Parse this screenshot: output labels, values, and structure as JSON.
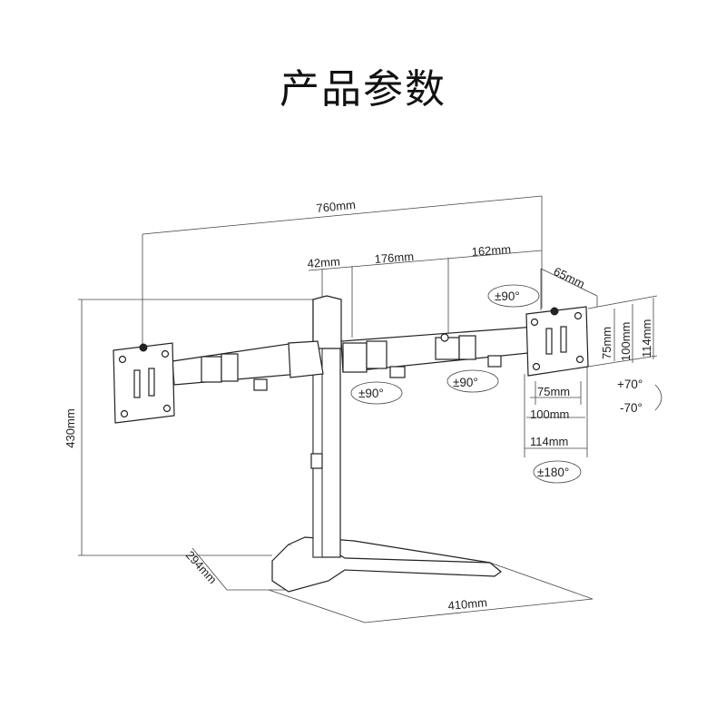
{
  "title": "产品参数",
  "dimensions": {
    "total_width": "760mm",
    "arm_offset": "42mm",
    "arm_segment_1": "176mm",
    "arm_segment_2": "162mm",
    "plate_offset": "65mm",
    "height": "430mm",
    "base_depth": "294mm",
    "base_width": "410mm",
    "vesa_v_75": "75mm",
    "vesa_v_100": "100mm",
    "vesa_v_114": "114mm",
    "vesa_h_75": "75mm",
    "vesa_h_100": "100mm",
    "vesa_h_114": "114mm"
  },
  "angles": {
    "swivel_plate": "±90°",
    "swivel_joint_1": "±90°",
    "swivel_joint_2": "±90°",
    "tilt_up": "+70°",
    "tilt_down": "-70°",
    "rotate": "±180°"
  }
}
